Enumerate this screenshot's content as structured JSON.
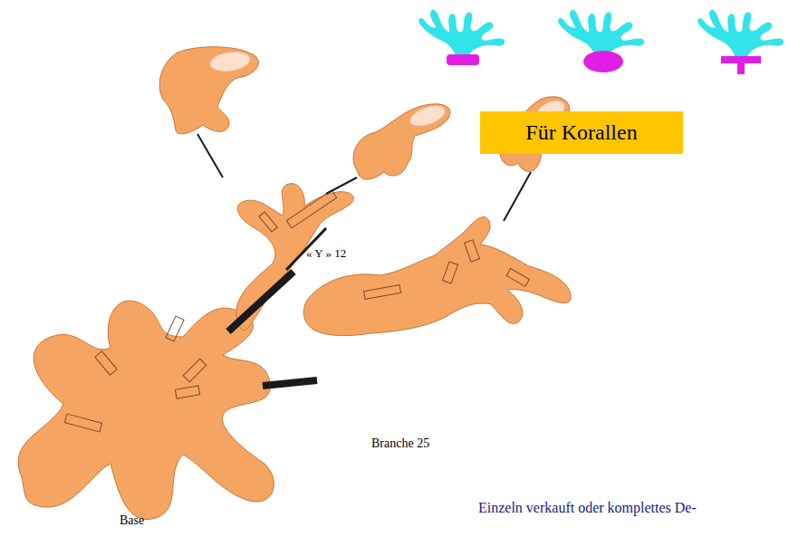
{
  "diagram": {
    "nodes": [
      {
        "text": [
          "Für Korallen"
        ]
      }
    ],
    "edges": [],
    "labels": [
      "« Y » 12",
      "Branche 25",
      "Base",
      "Einzeln verkauft oder komplettes De-"
    ]
  }
}
